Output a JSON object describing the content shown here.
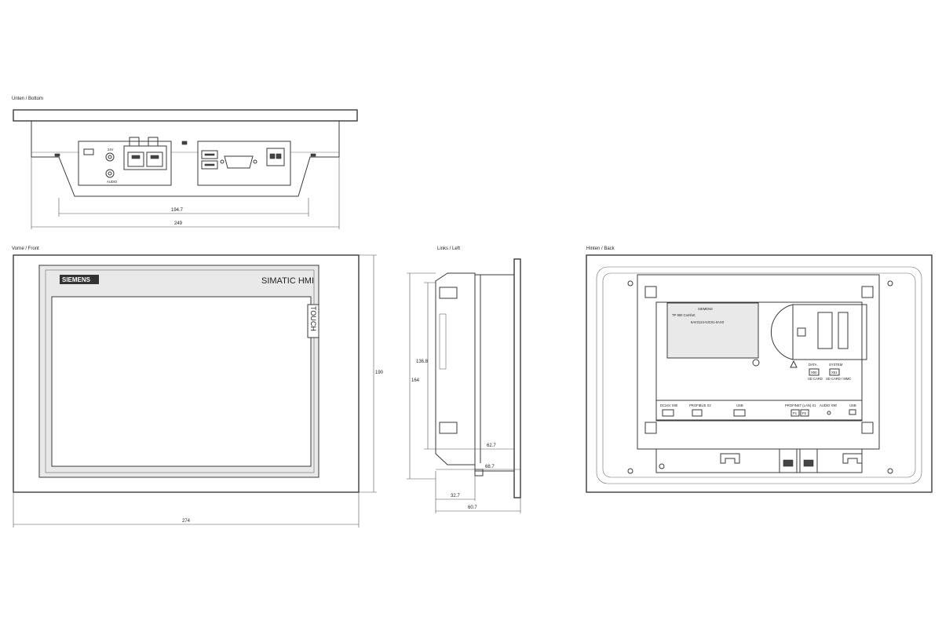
{
  "views": {
    "bottom": {
      "label": "Unten / Bottom"
    },
    "front": {
      "label": "Vorne / Front"
    },
    "left": {
      "label": "Links / Left"
    },
    "back": {
      "label": "Hinten / Back"
    }
  },
  "brand": "SIEMENS",
  "model_name": "SIMATIC HMI",
  "touch_label": "TOUCH",
  "bottom_ports": {
    "port_24v": "24V",
    "port_audio": "AUDIO"
  },
  "rear_label": {
    "brand": "SIEMENS",
    "product": "TP 900 Comfort",
    "order_number": "6AV2124-0JC01-0AX0"
  },
  "rear_status": {
    "data": "DATA",
    "system": "SYSTEM",
    "x50": "X50",
    "x51": "X51",
    "sd_card": "SD CARD",
    "sd_card_mmc": "SD CARD / MMC"
  },
  "rear_ports": {
    "x80": "DC24V X80",
    "x2": "PROFIBUS X2",
    "usb": "USB",
    "x1": "PROFINET (LAN) X1",
    "audio": "AUDIO X90",
    "usb2": "USB",
    "p1": "P1",
    "p2": "P2"
  },
  "dimensions": {
    "bottom_inner": "194.7",
    "bottom_outer": "249",
    "front_width": "274",
    "front_height": "190",
    "left_cutout": "136.8",
    "left_height": "164",
    "left_d1": "62.7",
    "left_d2": "68.7",
    "left_d3": "32.7",
    "left_d4": "60.7"
  }
}
